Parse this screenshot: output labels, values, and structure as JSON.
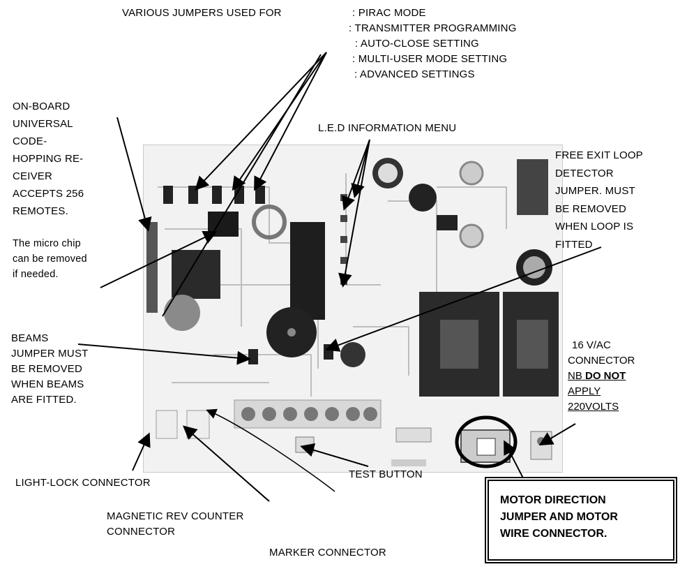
{
  "labels": {
    "jumpers_title": "VARIOUS JUMPERS USED FOR",
    "jumper_uses": [
      ": PIRAC MODE",
      ": TRANSMITTER PROGRAMMING",
      ": AUTO-CLOSE SETTING",
      ": MULTI-USER MODE SETTING",
      ": ADVANCED SETTINGS"
    ],
    "receiver": "ON-BOARD\nUNIVERSAL\nCODE-\nHOPPING RE-\nCEIVER\nACCEPTS 256\nREMOTES.",
    "micro_chip": "The micro chip\ncan be removed\nif needed.",
    "led_menu": "L.E.D INFORMATION MENU",
    "free_exit": "FREE EXIT LOOP\nDETECTOR\nJUMPER. MUST\nBE REMOVED\nWHEN LOOP IS\nFITTED",
    "beams": "BEAMS\nJUMPER MUST\nBE REMOVED\nWHEN BEAMS\nARE FITTED.",
    "vac_line1": "16 V/AC",
    "vac_line2": "CONNECTOR",
    "vac_nb": "NB",
    "vac_do_not": "DO NOT",
    "vac_apply": "APPLY",
    "vac_volts": "220VOLTS",
    "light_lock": "LIGHT-LOCK CONNECTOR",
    "test_button": "TEST BUTTON",
    "rev_counter": "MAGNETIC REV COUNTER\nCONNECTOR",
    "marker": "MARKER CONNECTOR",
    "motor_box": "MOTOR DIRECTION\nJUMPER AND MOTOR\nWIRE CONNECTOR."
  }
}
